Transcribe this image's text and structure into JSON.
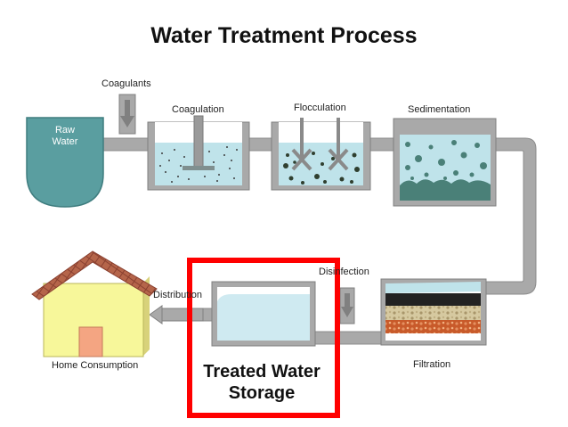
{
  "title": "Water Treatment Process",
  "stages": {
    "raw_water": "Raw Water",
    "coagulants": "Coagulants",
    "coagulation": "Coagulation",
    "flocculation": "Flocculation",
    "sedimentation": "Sedimentation",
    "filtration": "Filtration",
    "disinfection": "Disinfection",
    "storage_line1": "Treated Water",
    "storage_line2": "Storage",
    "distribution": "Distribution",
    "home_consumption": "Home Consumption"
  },
  "colors": {
    "pipe": "#a9a9a9",
    "water": "#bfe3ea",
    "raw_water": "#5a9ea0",
    "sediment": "#4a8078",
    "highlight": "#ff0000",
    "house_wall": "#f7f79a",
    "roof": "#b5654a",
    "door": "#f4a582"
  }
}
